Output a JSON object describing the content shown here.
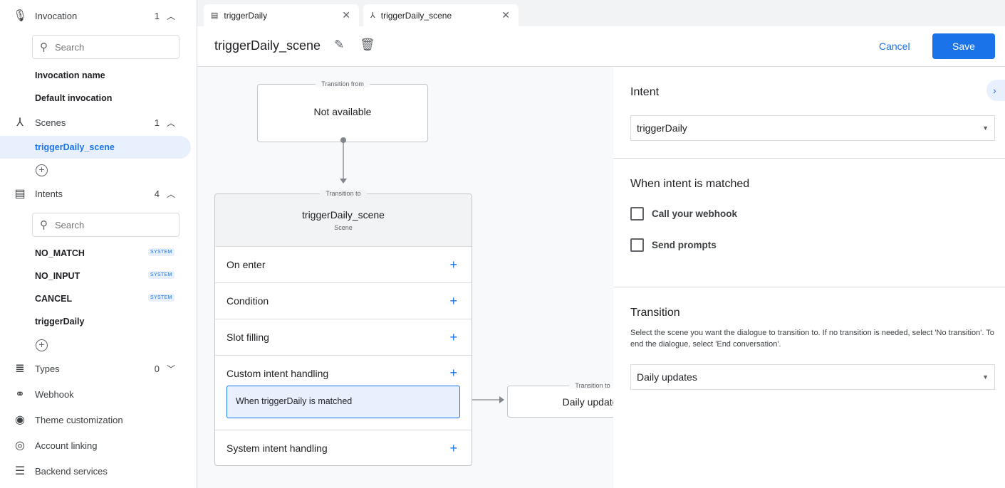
{
  "sidebar": {
    "invocation": {
      "label": "Invocation",
      "count": "1",
      "search_placeholder": "Search",
      "items": [
        "Invocation name",
        "Default invocation"
      ]
    },
    "scenes": {
      "label": "Scenes",
      "count": "1",
      "items": [
        "triggerDaily_scene"
      ]
    },
    "intents": {
      "label": "Intents",
      "count": "4",
      "search_placeholder": "Search",
      "items": [
        {
          "label": "NO_MATCH",
          "badge": "SYSTEM"
        },
        {
          "label": "NO_INPUT",
          "badge": "SYSTEM"
        },
        {
          "label": "CANCEL",
          "badge": "SYSTEM"
        },
        {
          "label": "triggerDaily"
        }
      ]
    },
    "types": {
      "label": "Types",
      "count": "0"
    },
    "links": [
      "Webhook",
      "Theme customization",
      "Account linking",
      "Backend services"
    ]
  },
  "tabs": [
    {
      "label": "triggerDaily",
      "icon": "list-icon"
    },
    {
      "label": "triggerDaily_scene",
      "icon": "scene-icon"
    }
  ],
  "header": {
    "title": "triggerDaily_scene",
    "cancel": "Cancel",
    "save": "Save"
  },
  "canvas": {
    "from": {
      "legend": "Transition from",
      "text": "Not available"
    },
    "to": {
      "legend": "Transition to",
      "title": "triggerDaily_scene",
      "subtitle": "Scene"
    },
    "rows": [
      "On enter",
      "Condition",
      "Slot filling",
      "Custom intent handling",
      "System intent handling"
    ],
    "handler": "When triggerDaily is matched",
    "target": {
      "legend": "Transition to",
      "text": "Daily updates"
    }
  },
  "panel": {
    "intent_heading": "Intent",
    "intent_value": "triggerDaily",
    "matched_heading": "When intent is matched",
    "checkboxes": [
      {
        "label": "Call your webhook",
        "checked": false
      },
      {
        "label": "Send prompts",
        "checked": false
      }
    ],
    "transition_heading": "Transition",
    "transition_help": "Select the scene you want the dialogue to transition to. If no transition is needed, select 'No transition'. To end the dialogue, select 'End conversation'.",
    "transition_value": "Daily updates"
  },
  "colors": {
    "accent": "#1a73e8",
    "selected_bg": "#e8f0fe"
  }
}
